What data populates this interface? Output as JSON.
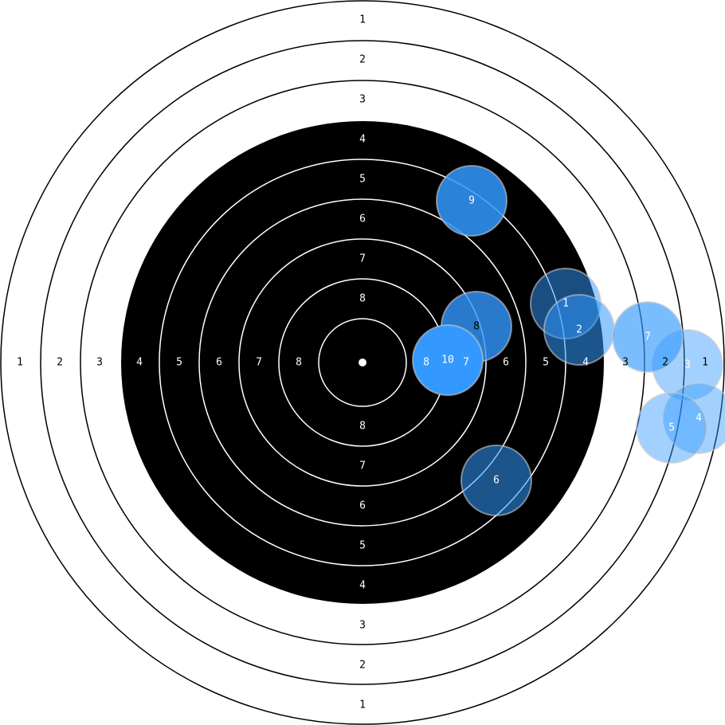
{
  "target": {
    "ring_labels": [
      "1",
      "2",
      "3",
      "4",
      "5",
      "6",
      "7",
      "8"
    ],
    "colors": {
      "paper": "#ffffff",
      "black_zone": "#000000",
      "shot_fill": "#3399ff",
      "shot_stroke": "#c8c8c8"
    }
  },
  "shots": [
    {
      "label": "1",
      "x": 5.1,
      "y": -1.48,
      "opacity": 0.5
    },
    {
      "label": "2",
      "x": 5.44,
      "y": -0.82,
      "opacity": 0.55
    },
    {
      "label": "3",
      "x": 8.16,
      "y": 0.06,
      "opacity": 0.45
    },
    {
      "label": "4",
      "x": 8.44,
      "y": 1.4,
      "opacity": 0.45
    },
    {
      "label": "5",
      "x": 7.76,
      "y": 1.64,
      "opacity": 0.45
    },
    {
      "label": "6",
      "x": 3.36,
      "y": 2.96,
      "opacity": 0.55
    },
    {
      "label": "7",
      "x": 7.16,
      "y": -0.64,
      "opacity": 0.65
    },
    {
      "label": "8",
      "x": 2.86,
      "y": -0.9,
      "opacity": 0.8
    },
    {
      "label": "9",
      "x": 2.74,
      "y": -4.06,
      "opacity": 0.85
    },
    {
      "label": "10",
      "x": 2.14,
      "y": -0.06,
      "opacity": 1
    }
  ]
}
